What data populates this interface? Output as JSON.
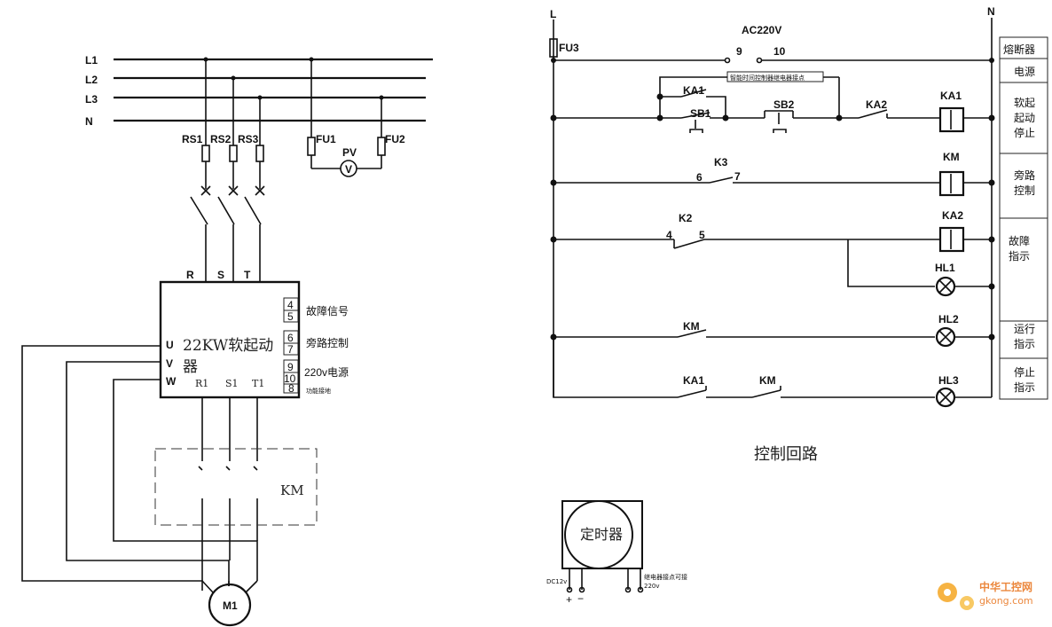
{
  "power": {
    "lines": [
      "L1",
      "L2",
      "L3",
      "N"
    ],
    "switches": [
      "RS1",
      "RS2",
      "RS3"
    ],
    "fuses": [
      "FU1",
      "FU2"
    ],
    "voltmeter": "PV",
    "voltmeter_symbol": "V",
    "phases": [
      "R",
      "S",
      "T"
    ],
    "outputs": [
      "U",
      "V",
      "W"
    ],
    "softstarter_title": "22KW软起动器",
    "softstarter_title_line1": "22KW软起动",
    "softstarter_title_line2": "器",
    "bottom_terminals": [
      "R1",
      "S1",
      "T1"
    ],
    "terminals": [
      {
        "a": "4",
        "b": "5",
        "label": "故障信号"
      },
      {
        "a": "6",
        "b": "7",
        "label": "旁路控制"
      },
      {
        "a": "9",
        "b": "10",
        "label": "220v电源"
      }
    ],
    "terminal_8": "8",
    "terminal_8_label": "功能接地",
    "contactor_label": "KM",
    "motor": "M1"
  },
  "control": {
    "left_rail": "L",
    "right_rail": "N",
    "fuse": "FU3",
    "supply": "AC220V",
    "supply_terminals": [
      "9",
      "10"
    ],
    "timer_contact_note": "智能时间控制器继电器接点",
    "rungs": {
      "ka1_hold": "KA1",
      "sb1": "SB1",
      "sb2": "SB2",
      "ka2_nc": "KA2",
      "coil_ka1": "KA1",
      "k3": "K3",
      "k3_a": "6",
      "k3_b": "7",
      "coil_km": "KM",
      "k2": "K2",
      "k2_a": "4",
      "k2_b": "5",
      "coil_ka2": "KA2",
      "hl1": "HL1",
      "km_no": "KM",
      "hl2": "HL2",
      "ka1_nc": "KA1",
      "km_nc": "KM",
      "hl3": "HL3"
    },
    "caption": "控制回路",
    "side_labels": [
      "熔断器",
      "电源",
      "软起\n起动\n停止",
      "旁路\n控制",
      "故障\n指示",
      "运行\n指示",
      "停止\n指示"
    ]
  },
  "timer": {
    "label": "定时器",
    "dc_label": "DC12v",
    "plus": "+",
    "minus": "−",
    "relay_note": "继电器接点可接",
    "relay_voltage": "220v"
  },
  "watermark": {
    "brand": "中华工控网",
    "url": "gkong.com"
  }
}
